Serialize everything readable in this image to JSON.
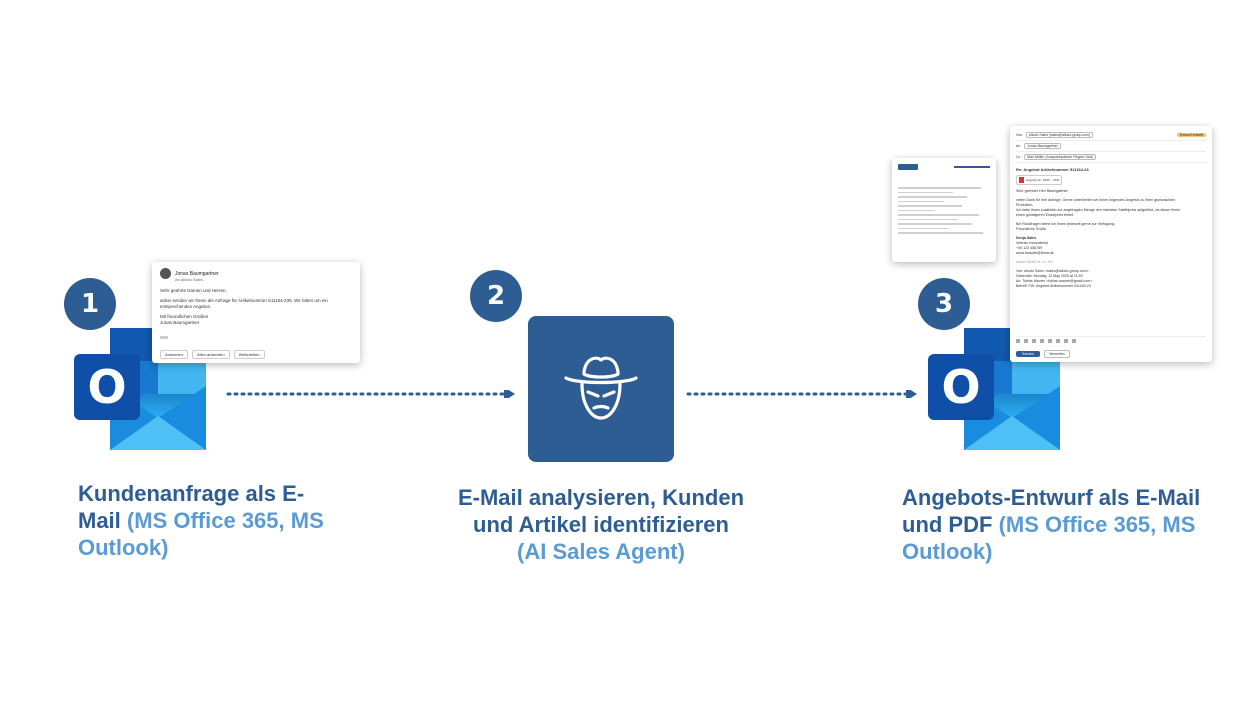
{
  "steps": [
    {
      "number": "1",
      "caption_main": "Kundenanfrage als E-Mail",
      "caption_accent": "(MS Office 365, MS Outlook)"
    },
    {
      "number": "2",
      "caption_main": "E-Mail analysieren, Kunden und Artikel identifizieren",
      "caption_accent": "(AI Sales Agent)"
    },
    {
      "number": "3",
      "caption_main": "Angebots-Entwurf als E-Mail und PDF",
      "caption_accent": "(MS Office 365, MS Outlook)"
    }
  ],
  "outlook_letter": "O",
  "email_in": {
    "sender": "Jonas Baumgartner",
    "to": "An alludo Sales",
    "greeting": "Sehr geehrte Damen und Herren,",
    "body_1": "anbei senden wir Ihnen die Anfrage für Artikelnummer 511164-235. Wir bitten um ein",
    "body_2": "entsprechendes Angebot.",
    "closing_1": "Mit freundlichen Grüßen",
    "closing_2": "Jonas Baumgartner",
    "reply": "Antworten",
    "reply_all": "Allen antworten",
    "forward": "Weiterleiten"
  },
  "email_out": {
    "from_label": "Von",
    "from_value": "alludo Sales (sales@alludo-group.com)",
    "draft_badge": "Entwurf erstellt",
    "to_label": "An",
    "to_value": "Jonas Baumgartner",
    "cc_label": "Cc",
    "cc_value": "Max Müller (Ansprechpartner Region Süd)",
    "subject": "Re: Angebot Artikelnummer 511164-23",
    "attachment": "Angebot Nr. 2025 ... PDF",
    "greeting": "Sehr geehrter Herr Baumgartner,",
    "body_1": "vielen Dank für Ihre Anfrage. Gerne unterbreiten wir Ihnen folgendes Angebot zu Ihren gewünschten",
    "body_2": "Produkten.",
    "body_3": "Ich habe Ihnen zusätzlich zur angefragten Menge den nächsten Staffelpreis aufgeführt, da dieser Ihnen",
    "body_4": "einen günstigeren Einzelpreis bietet.",
    "body_5": "Bei Rückfragen stehe ich Ihnen jederzeit gerne zur Verfügung.",
    "body_6": "Freundliche Grüße",
    "sig_1": "Sonja Sales",
    "sig_2": "Vertrieb Innendienst",
    "sig_3": "+49 123 456789",
    "sig_4": "anna.beispiel@firma.de",
    "company": "alludo GmbH & Co. KG",
    "q_from": "Von: alludo Sales <sales@alludo-group.com>",
    "q_sent": "Gesendet: Monday, 12 May 2025 at 11:53",
    "q_to": "An: Tobias Maurer <tobias.maurer@gmail.com>",
    "q_subject": "Betreff: FW: Angebot Artikelnummer 511164-23",
    "send": "Senden",
    "discard": "Verwerfen"
  },
  "colors": {
    "primary": "#2e5d93",
    "accent": "#5b9bd5",
    "connector": "#2e5d93"
  }
}
